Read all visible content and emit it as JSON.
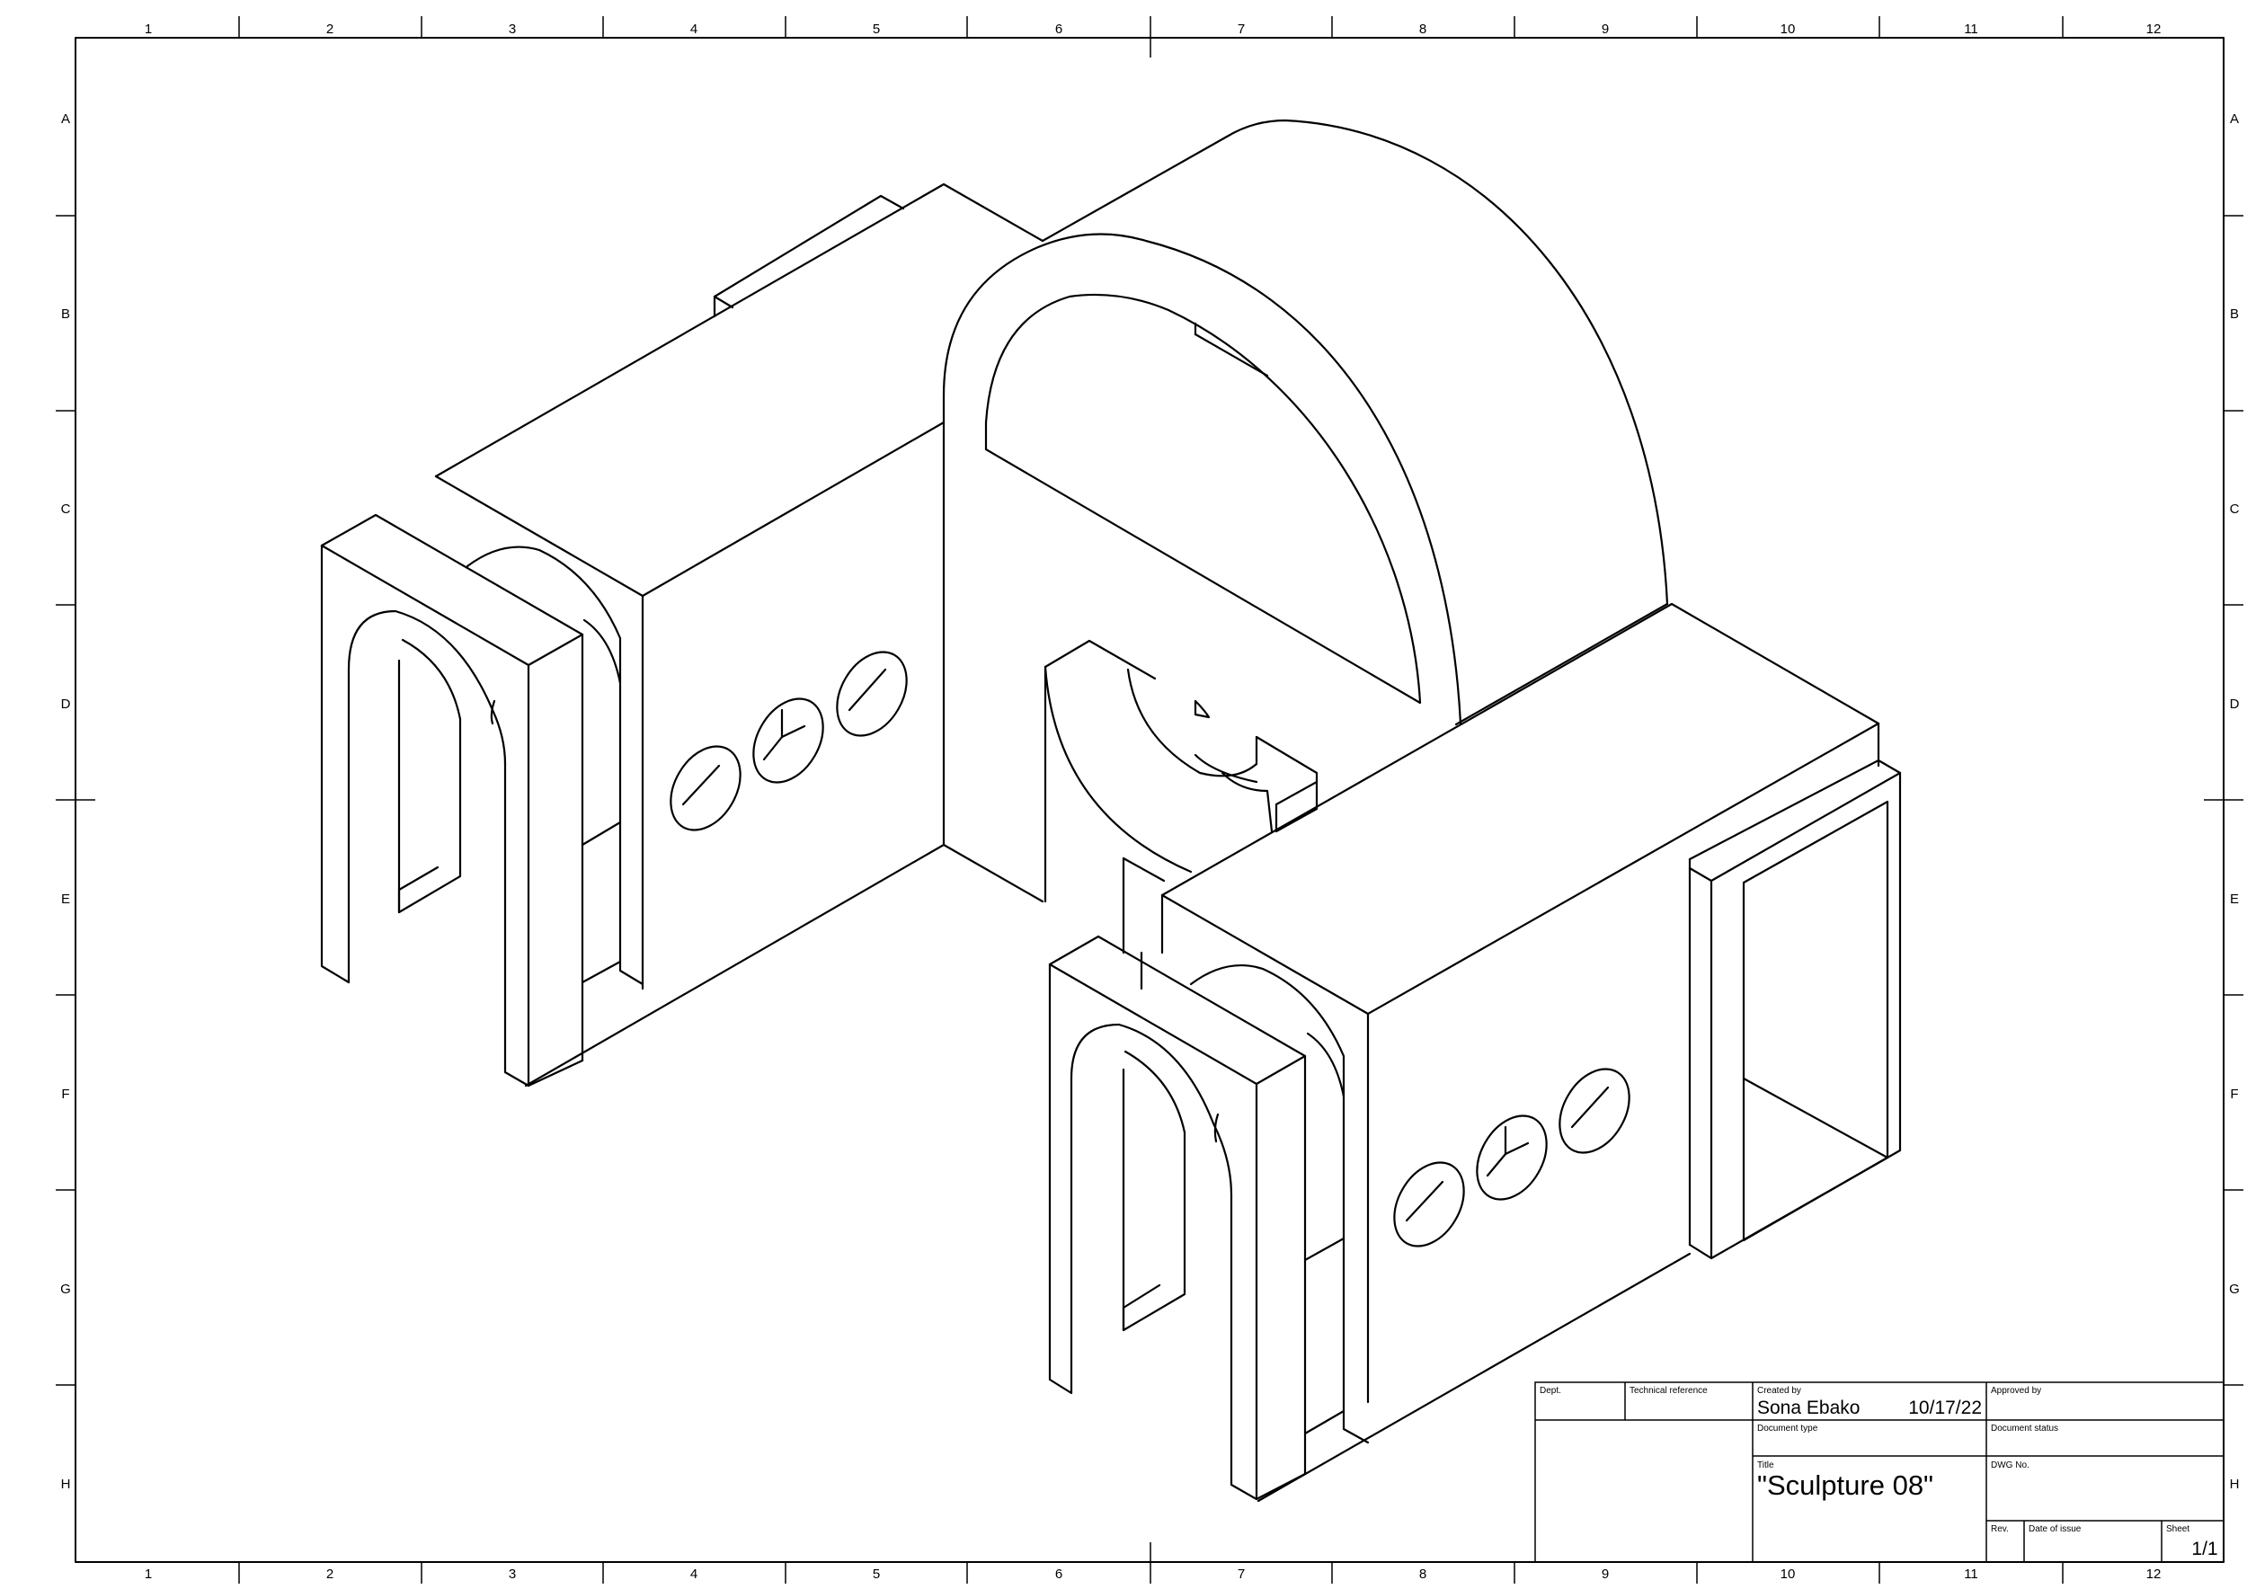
{
  "zones": {
    "columns": [
      "1",
      "2",
      "3",
      "4",
      "5",
      "6",
      "7",
      "8",
      "9",
      "10",
      "11",
      "12"
    ],
    "rows": [
      "A",
      "B",
      "C",
      "D",
      "E",
      "F",
      "G",
      "H"
    ]
  },
  "title_block": {
    "dept_label": "Dept.",
    "tech_ref_label": "Technical reference",
    "created_by_label": "Created by",
    "created_by_value": "Sona Ebako",
    "created_date": "10/17/22",
    "approved_by_label": "Approved by",
    "doc_type_label": "Document type",
    "doc_status_label": "Document status",
    "title_label": "Title",
    "title_value": "\"Sculpture 08\"",
    "dwg_no_label": "DWG No.",
    "rev_label": "Rev.",
    "date_of_issue_label": "Date of issue",
    "sheet_label": "Sheet",
    "sheet_value": "1/1"
  }
}
